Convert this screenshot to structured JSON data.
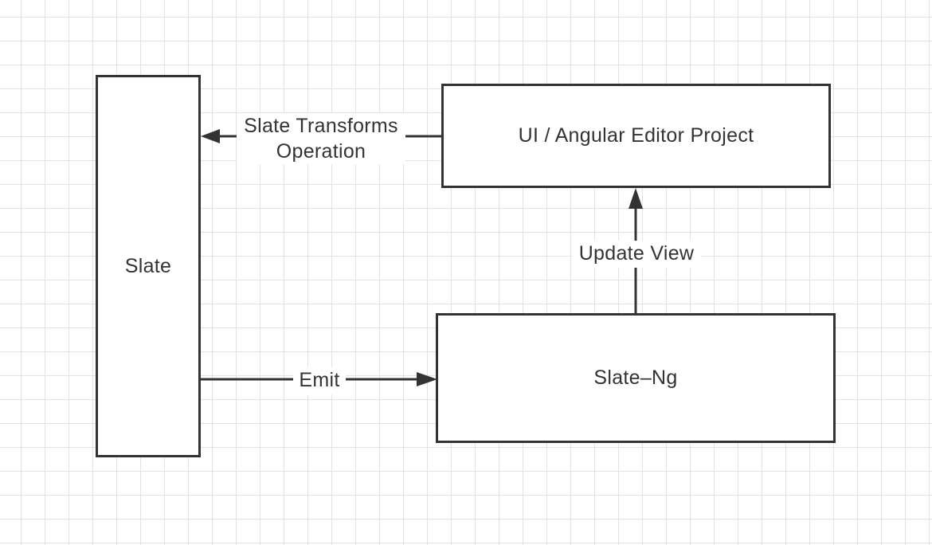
{
  "diagram": {
    "nodes": [
      {
        "id": "slate",
        "label": "Slate"
      },
      {
        "id": "ui",
        "label": "UI / Angular Editor Project"
      },
      {
        "id": "slateng",
        "label": "Slate–Ng"
      }
    ],
    "edges": [
      {
        "from": "ui",
        "to": "slate",
        "label_lines": [
          "Slate Transforms",
          "Operation"
        ]
      },
      {
        "from": "slateng",
        "to": "ui",
        "label": "Update View"
      },
      {
        "from": "slate",
        "to": "slateng",
        "label": "Emit"
      }
    ],
    "colors": {
      "stroke": "#333333",
      "grid": "#e3e3e3",
      "background": "#ffffff"
    }
  }
}
